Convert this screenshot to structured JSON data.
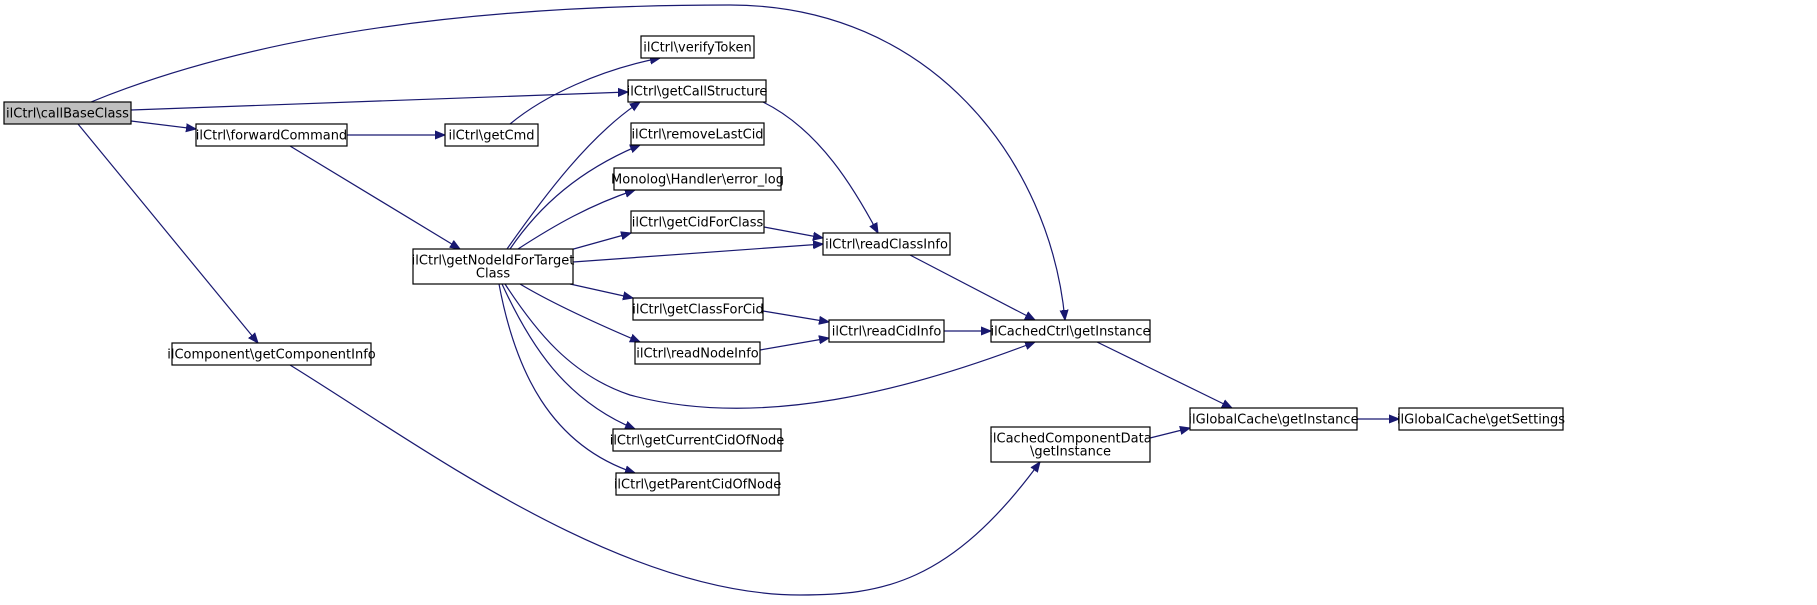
{
  "nodes": {
    "callBaseClass": [
      "ilCtrl\\callBaseClass"
    ],
    "forwardCommand": [
      "ilCtrl\\forwardCommand"
    ],
    "getCmd": [
      "ilCtrl\\getCmd"
    ],
    "verifyToken": [
      "ilCtrl\\verifyToken"
    ],
    "getCallStructure": [
      "ilCtrl\\getCallStructure"
    ],
    "removeLastCid": [
      "ilCtrl\\removeLastCid"
    ],
    "errorLog": [
      "Monolog\\Handler\\error_log"
    ],
    "getCidForClass": [
      "ilCtrl\\getCidForClass"
    ],
    "getNodeIdForTargetClass": [
      "ilCtrl\\getNodeIdForTarget",
      "Class"
    ],
    "readClassInfo": [
      "ilCtrl\\readClassInfo"
    ],
    "getClassForCid": [
      "ilCtrl\\getClassForCid"
    ],
    "readNodeInfo": [
      "ilCtrl\\readNodeInfo"
    ],
    "readCidInfo": [
      "ilCtrl\\readCidInfo"
    ],
    "cachedCtrlGetInstance": [
      "ilCachedCtrl\\getInstance"
    ],
    "getComponentInfo": [
      "ilComponent\\getComponentInfo"
    ],
    "getCurrentCidOfNode": [
      "ilCtrl\\getCurrentCidOfNode"
    ],
    "getParentCidOfNode": [
      "ilCtrl\\getParentCidOfNode"
    ],
    "cachedComponentDataGetInstance": [
      "ilCachedComponentData",
      "\\getInstance"
    ],
    "globalCacheGetInstance": [
      "ilGlobalCache\\getInstance"
    ],
    "globalCacheGetSettings": [
      "ilGlobalCache\\getSettings"
    ]
  },
  "root": "callBaseClass",
  "edges": [
    [
      "callBaseClass",
      "cachedCtrlGetInstance"
    ],
    [
      "callBaseClass",
      "getCallStructure"
    ],
    [
      "callBaseClass",
      "forwardCommand"
    ],
    [
      "callBaseClass",
      "getComponentInfo"
    ],
    [
      "forwardCommand",
      "getCmd"
    ],
    [
      "forwardCommand",
      "getNodeIdForTargetClass"
    ],
    [
      "getCmd",
      "verifyToken"
    ],
    [
      "getCallStructure",
      "readClassInfo"
    ],
    [
      "getNodeIdForTargetClass",
      "getCallStructure"
    ],
    [
      "getNodeIdForTargetClass",
      "removeLastCid"
    ],
    [
      "getNodeIdForTargetClass",
      "errorLog"
    ],
    [
      "getNodeIdForTargetClass",
      "getCidForClass"
    ],
    [
      "getNodeIdForTargetClass",
      "readClassInfo"
    ],
    [
      "getNodeIdForTargetClass",
      "getClassForCid"
    ],
    [
      "getNodeIdForTargetClass",
      "readNodeInfo"
    ],
    [
      "getNodeIdForTargetClass",
      "cachedCtrlGetInstance"
    ],
    [
      "getNodeIdForTargetClass",
      "getCurrentCidOfNode"
    ],
    [
      "getNodeIdForTargetClass",
      "getParentCidOfNode"
    ],
    [
      "getCidForClass",
      "readClassInfo"
    ],
    [
      "readClassInfo",
      "cachedCtrlGetInstance"
    ],
    [
      "getClassForCid",
      "readCidInfo"
    ],
    [
      "readNodeInfo",
      "readCidInfo"
    ],
    [
      "readCidInfo",
      "cachedCtrlGetInstance"
    ],
    [
      "cachedCtrlGetInstance",
      "globalCacheGetInstance"
    ],
    [
      "getComponentInfo",
      "cachedComponentDataGetInstance"
    ],
    [
      "cachedComponentDataGetInstance",
      "globalCacheGetInstance"
    ],
    [
      "globalCacheGetInstance",
      "globalCacheGetSettings"
    ]
  ],
  "colors": {
    "edge": "#191970",
    "root_fill": "#bfbfbf",
    "node_fill": "#ffffff"
  }
}
